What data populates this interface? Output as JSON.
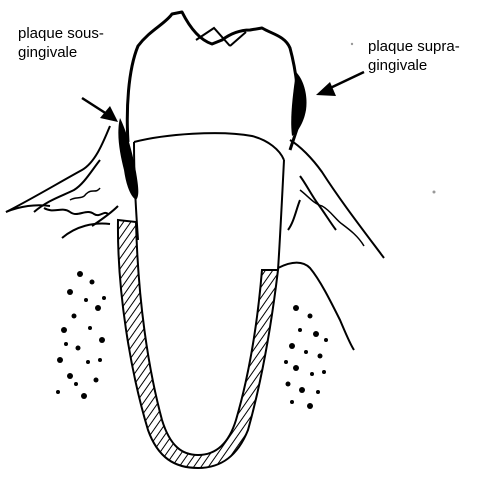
{
  "labels": {
    "subgingival": {
      "line1": "plaque sous-",
      "line2": "gingivale"
    },
    "supragingival": {
      "line1": "plaque supra-",
      "line2": "gingivale"
    }
  },
  "colors": {
    "ink": "#000000",
    "background": "#ffffff"
  }
}
